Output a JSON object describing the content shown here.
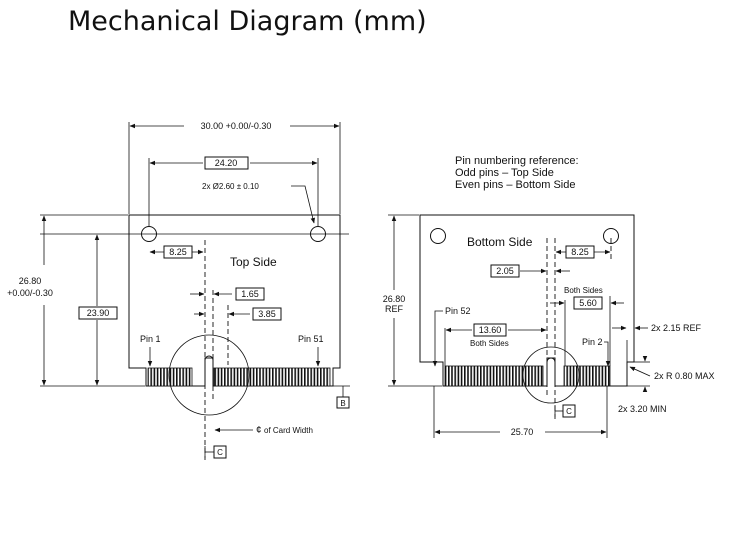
{
  "title": "Mechanical Diagram (mm)",
  "top_view": {
    "width_tol": "30.00 +0.00/-0.30",
    "hole_spacing": "24.20",
    "hole_callout": "2x Ø2.60 ± 0.10",
    "dim_825": "8.25",
    "side_label": "Top Side",
    "height_line1": "26.80",
    "height_line2": "+0.00/-0.30",
    "dim_2390": "23.90",
    "dim_165": "1.65",
    "dim_385": "3.85",
    "pin1": "Pin 1",
    "pin51": "Pin 51",
    "datum_b": "B",
    "datum_c": "C",
    "centerline": "of Card Width"
  },
  "bottom_view": {
    "ref_line1": "Pin numbering reference:",
    "ref_line2": "Odd pins – Top Side",
    "ref_line3": "Even pins  – Bottom Side",
    "side_label": "Bottom Side",
    "dim_825": "8.25",
    "dim_205": "2.05",
    "both_sides_right": "Both Sides",
    "dim_560": "5.60",
    "height_line1": "26.80",
    "height_line2": "REF",
    "pin52": "Pin 52",
    "dim_1360": "13.60",
    "both_sides_left": "Both Sides",
    "pin2": "Pin 2",
    "dim_215": "2x 2.15 REF",
    "radius": "2x R 0.80 MAX",
    "dim_320": "2x 3.20 MIN",
    "dim_2570": "25.70",
    "datum_c": "C"
  }
}
